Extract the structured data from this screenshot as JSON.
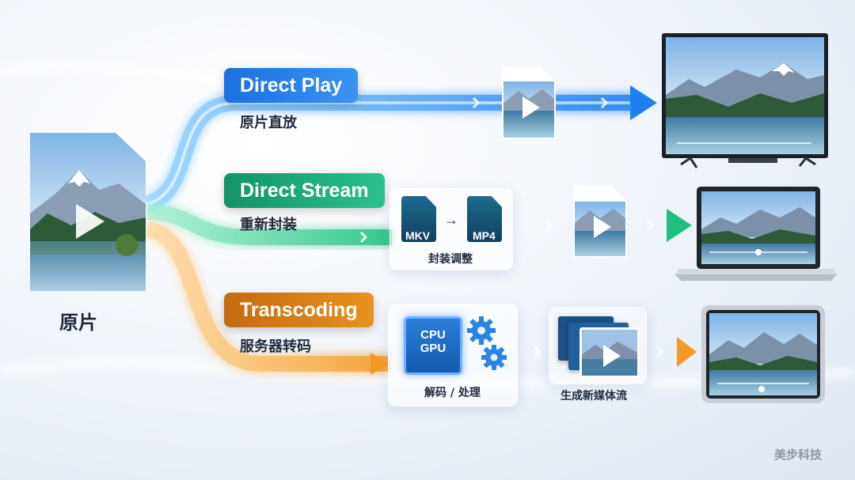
{
  "source": {
    "label": "原片"
  },
  "paths": [
    {
      "title": "Direct Play",
      "subtitle": "原片直放",
      "color": "#2f86f0"
    },
    {
      "title": "Direct Stream",
      "subtitle": "重新封装",
      "color": "#25b883"
    },
    {
      "title": "Transcoding",
      "subtitle": "服务器转码",
      "color": "#ef9a2b"
    }
  ],
  "remux": {
    "from": "MKV",
    "arrow": "→",
    "to": "MP4",
    "caption": "封装调整"
  },
  "transcode": {
    "chip_line1": "CPU",
    "chip_line2": "GPU",
    "caption": "解码 / 处理",
    "output_caption": "生成新媒体流"
  },
  "icons": [
    "play-icon",
    "gear-icon",
    "chip-icon",
    "film-icon",
    "arrow-icon"
  ],
  "watermark": "美步科技"
}
